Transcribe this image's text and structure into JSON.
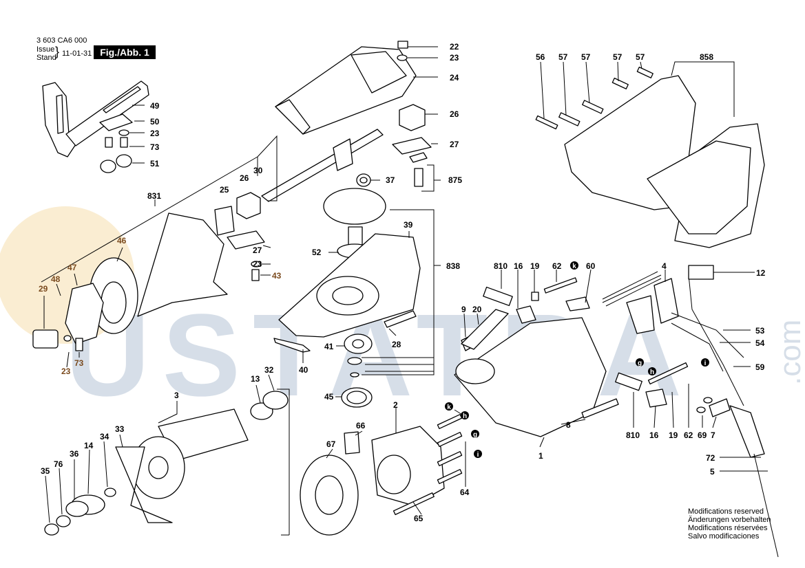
{
  "header": {
    "doc_number": "3 603 CA6 000",
    "issue_label": "Issue",
    "stand_label": "Stand",
    "issue_date": "11-01-31",
    "figure_label": "Fig./Abb. 1"
  },
  "watermark": {
    "text": "USTATRA",
    "domain": ".com",
    "color": "#cfd9e4",
    "logo_color": "#f7dfb4"
  },
  "labels": {
    "p22": "22",
    "p23a": "23",
    "p24": "24",
    "p26a": "26",
    "p27a": "27",
    "p875": "875",
    "p37": "37",
    "p49": "49",
    "p50": "50",
    "p23b": "23",
    "p73a": "73",
    "p51": "51",
    "p30": "30",
    "p26b": "26",
    "p25": "25",
    "p831": "831",
    "p27b": "27",
    "p23c": "23",
    "p43": "43",
    "p39": "39",
    "p52": "52",
    "p838": "838",
    "p28": "28",
    "p41": "41",
    "p40": "40",
    "p45": "45",
    "p46": "46",
    "p47": "47",
    "p48": "48",
    "p29": "29",
    "p73b": "73",
    "p23d": "23",
    "p13": "13",
    "p32": "32",
    "p3": "3",
    "p33": "33",
    "p34": "34",
    "p14": "14",
    "p36": "36",
    "p76": "76",
    "p35": "35",
    "p2": "2",
    "p66": "66",
    "p67": "67",
    "p64": "64",
    "p65": "65",
    "p810a": "810",
    "p16a": "16",
    "p19a": "19",
    "p62a": "62",
    "p60": "60",
    "p4": "4",
    "p12": "12",
    "p9": "9",
    "p20": "20",
    "p8": "8",
    "p1": "1",
    "p53": "53",
    "p54": "54",
    "p59": "59",
    "p810b": "810",
    "p16b": "16",
    "p19b": "19",
    "p62b": "62",
    "p69": "69",
    "p7": "7",
    "p72": "72",
    "p5": "5",
    "p56": "56",
    "p57a": "57",
    "p57b": "57",
    "p57c": "57",
    "p57d": "57",
    "p858": "858"
  },
  "circle_labels": {
    "k1": "k",
    "h1": "h",
    "g1": "g",
    "i1": "i",
    "k2": "k",
    "h2": "h",
    "g2": "g",
    "i2": "i"
  },
  "notes": {
    "line1": "Modifications reserved",
    "line2": "Änderungen vorbehalten",
    "line3": "Modifications réservées",
    "line4": "Salvo modificaciones"
  }
}
